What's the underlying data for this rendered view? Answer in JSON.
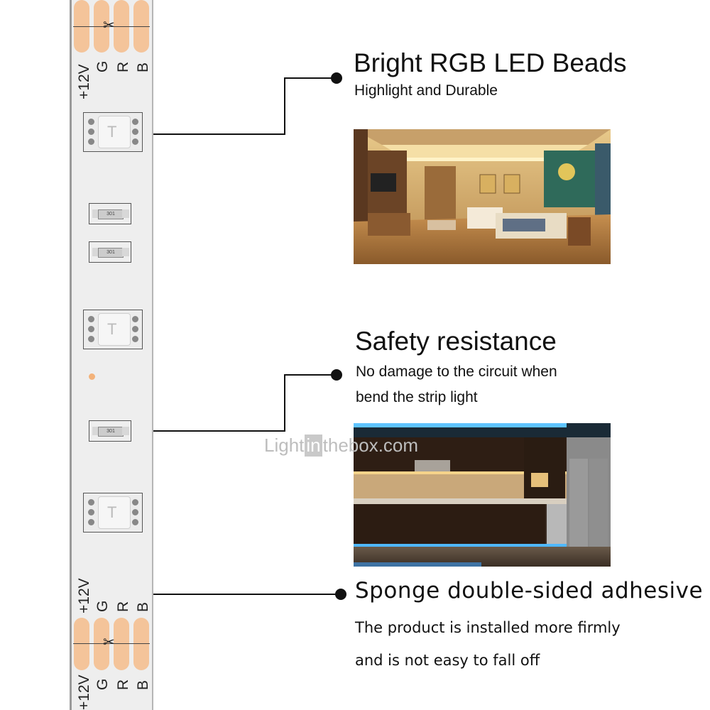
{
  "strip": {
    "pin_labels": [
      "+12V",
      "G",
      "R",
      "B"
    ],
    "pin_labels_bottom": [
      "+12V",
      "G",
      "R",
      "B"
    ],
    "pad_color": "#f4c49a",
    "resistor_code": "301"
  },
  "features": [
    {
      "title": "Bright RGB LED Beads",
      "lines": [
        "Highlight and Durable"
      ],
      "image": "living-room-cove-lighting"
    },
    {
      "title": "Safety resistance",
      "lines": [
        "No damage to the circuit when",
        "bend the strip light"
      ],
      "image": "kitchen-rgb-lighting"
    },
    {
      "title": "Sponge double-sided adhesive",
      "lines": [
        "The product is installed more firmly",
        "and is not easy to fall off"
      ]
    }
  ],
  "watermark": {
    "part1": "Light",
    "part2": "in",
    "part3": "thebox.com"
  },
  "colors": {
    "line": "#111111",
    "kitchen_led": "#4fb8ff",
    "warm_light": "#f6d38a"
  }
}
